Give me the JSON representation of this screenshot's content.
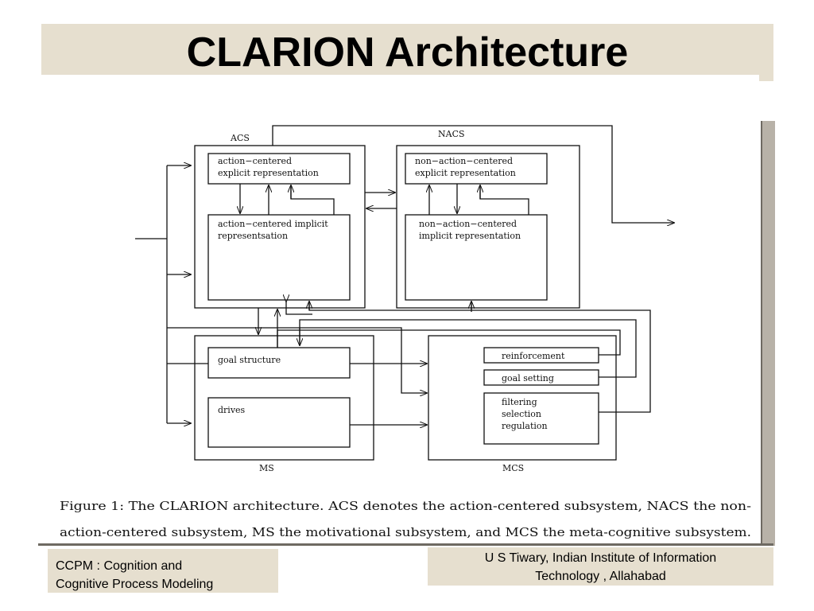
{
  "slide": {
    "title": "CLARION Architecture"
  },
  "diagram": {
    "subsystems": {
      "acs": "ACS",
      "nacs": "NACS",
      "ms": "MS",
      "mcs": "MCS"
    },
    "boxes": {
      "acs_explicit_line1": "action−centered",
      "acs_explicit_line2": "explicit representation",
      "acs_implicit_line1": "action−centered implicit",
      "acs_implicit_line2": "representsation",
      "nacs_explicit_line1": "non−action−centered",
      "nacs_explicit_line2": "explicit representation",
      "nacs_implicit_line1": "non−action−centered",
      "nacs_implicit_line2": "implicit representation",
      "goal_structure": "goal structure",
      "drives": "drives",
      "reinforcement": "reinforcement",
      "goal_setting": "goal setting",
      "filtering": "filtering",
      "selection": "selection",
      "regulation": "regulation"
    },
    "caption": {
      "line1": "Figure 1: The CLARION architecture. ACS denotes the action-centered subsystem, NACS the non-",
      "line2": "action-centered subsystem, MS the motivational subsystem, and MCS the meta-cognitive subsystem."
    }
  },
  "footer": {
    "left_line1": "CCPM : Cognition and",
    "left_line2": "Cognitive Process Modeling",
    "right_line1": "U S Tiwary, Indian Institute of Information",
    "right_line2": "Technology , Allahabad"
  },
  "colors": {
    "band": "#e6dfcf",
    "frame_shadow": "#b8b2a8",
    "ink": "#111111"
  }
}
